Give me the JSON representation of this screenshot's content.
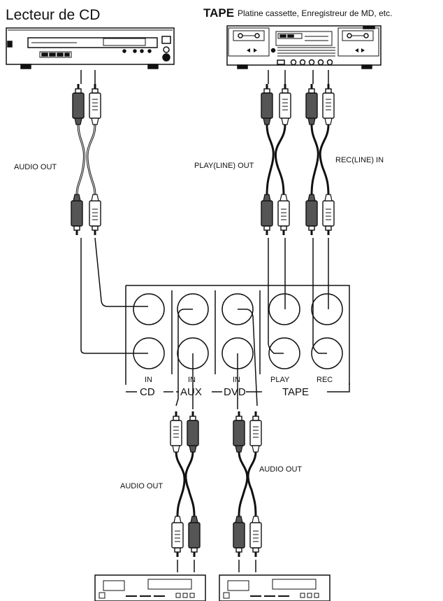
{
  "cd_player": {
    "title": "Lecteur de CD",
    "audio_out_label": "AUDIO OUT"
  },
  "tape_deck": {
    "title": "TAPE",
    "subtitle": "Platine cassette, Enregistreur de MD, etc.",
    "play_out_label": "PLAY(LINE) OUT",
    "rec_in_label": "REC(LINE) IN"
  },
  "receiver_panel": {
    "jack_label_in": "IN",
    "jack_label_play": "PLAY",
    "jack_label_rec": "REC",
    "groups": [
      "CD",
      "AUX",
      "DVD",
      "TAPE"
    ]
  },
  "bottom_devices": {
    "left_audio_out_label": "AUDIO OUT",
    "right_audio_out_label": "AUDIO OUT"
  },
  "colors": {
    "line": "#111111",
    "plug_dark": "#555555",
    "plug_light": "#ffffff"
  }
}
